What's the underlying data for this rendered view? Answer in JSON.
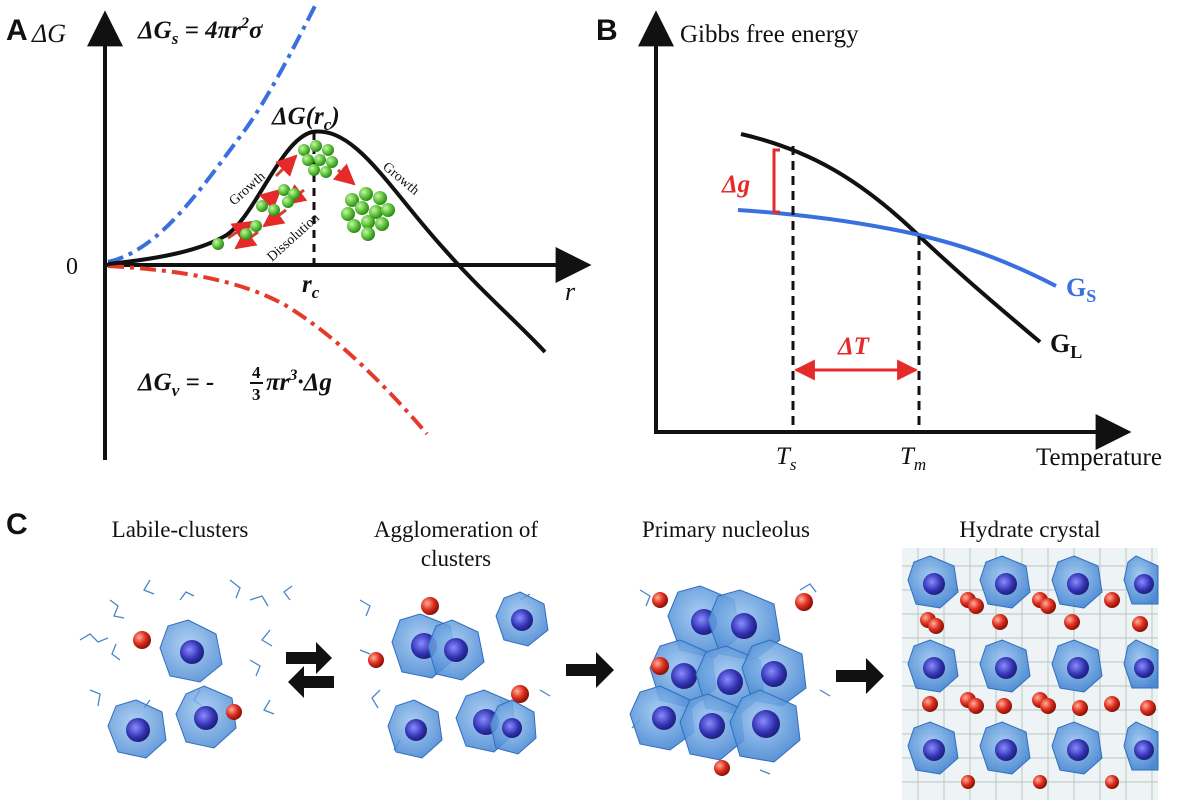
{
  "panel_a": {
    "letter": "A",
    "y_label": "ΔG",
    "x_label": "r",
    "origin_label": "0",
    "surface_eq": {
      "lhs": "ΔG",
      "sub": "s",
      "rhs": " = 4πr",
      "sup": "2",
      "tail": "σ"
    },
    "volume_eq": {
      "lhs": "ΔG",
      "sub": "v",
      "rhs": " = -",
      "num": "4",
      "den": "3",
      "tail": "πr",
      "sup": "3",
      "end": "·Δg"
    },
    "critical_label": {
      "main": "ΔG(r",
      "sub": "c",
      "end": ")"
    },
    "rc_label": {
      "main": "r",
      "sub": "c"
    },
    "growth_left": "Growth",
    "growth_right": "Growth",
    "dissolution": "Dissolution"
  },
  "panel_b": {
    "letter": "B",
    "y_label": "Gibbs free energy",
    "x_label": "Temperature",
    "dg_label": "Δg",
    "dT_label": "ΔT",
    "gs_label": {
      "main": "G",
      "sub": "S"
    },
    "gl_label": {
      "main": "G",
      "sub": "L"
    },
    "ts_label": {
      "main": "T",
      "sub": "s"
    },
    "tm_label": {
      "main": "T",
      "sub": "m"
    }
  },
  "panel_c": {
    "letter": "C",
    "stages": [
      "Labile-clusters",
      "Agglomeration of",
      "clusters",
      "Primary nucleolus",
      "Hydrate crystal"
    ]
  },
  "colors": {
    "surface_curve": "#3a6fe0",
    "volume_curve": "#e53a2a",
    "gs_curve": "#3a6fe0",
    "annotation_red": "#e52a2a",
    "cage_blue": "#4f8fd8",
    "guest_red": "#d9261c",
    "cluster_green": "#5cc23a"
  }
}
